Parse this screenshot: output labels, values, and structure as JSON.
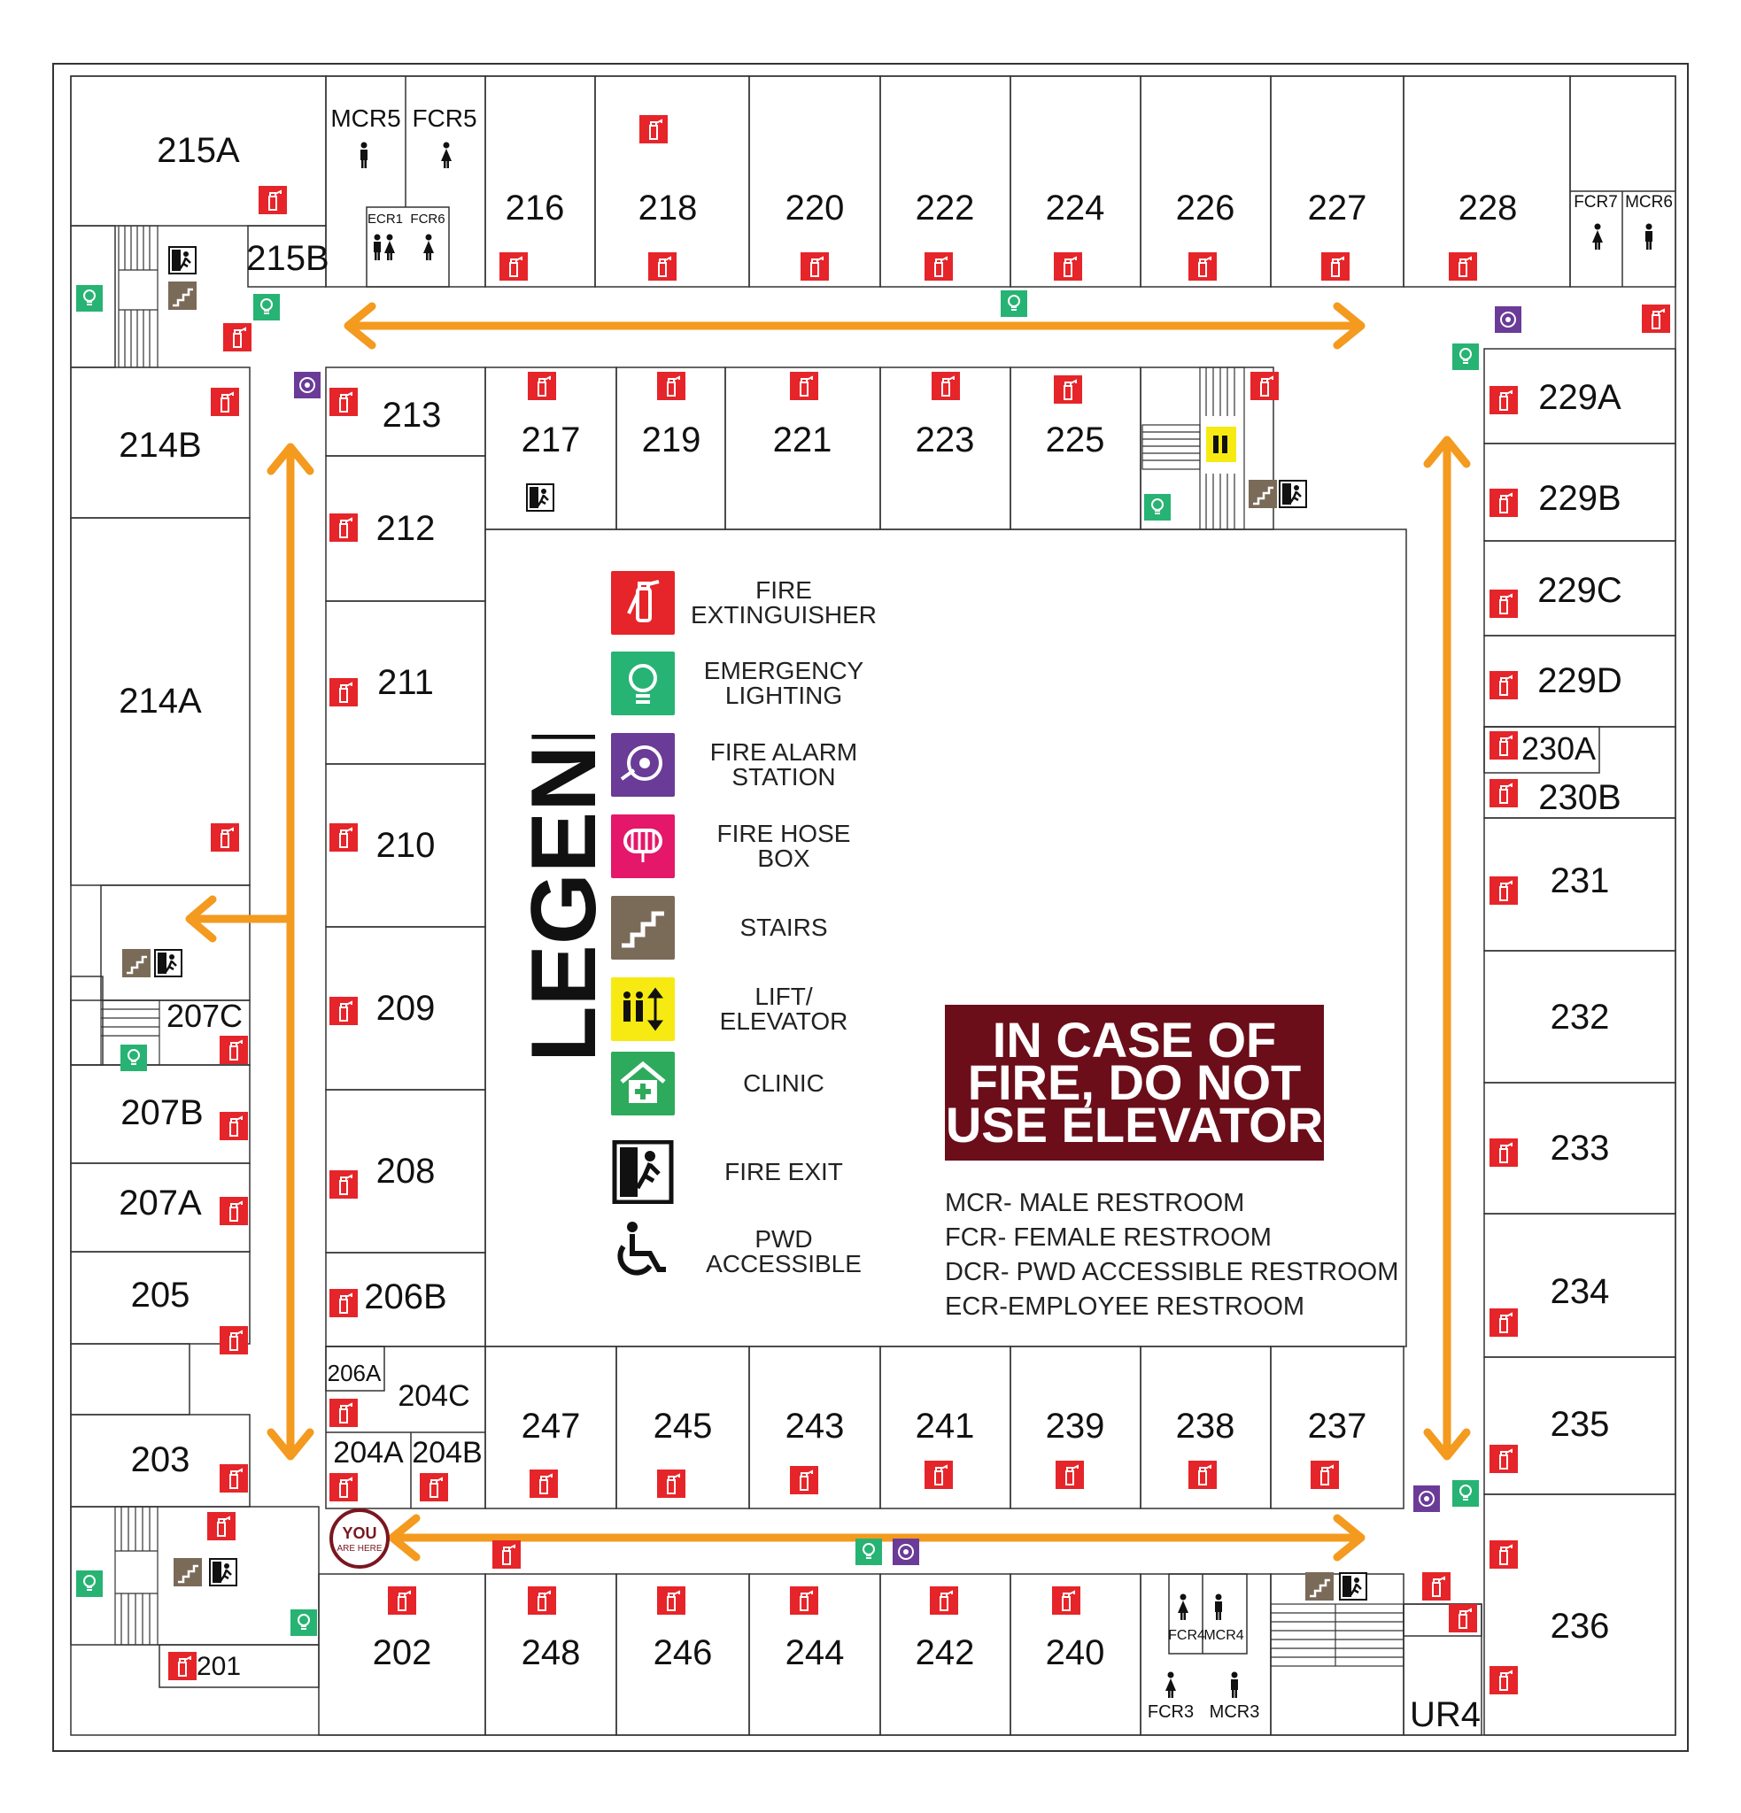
{
  "rooms": {
    "r215A": "215A",
    "r215B": "215B",
    "r216": "216",
    "r218": "218",
    "r220": "220",
    "r222": "222",
    "r224": "224",
    "r226": "226",
    "r227": "227",
    "r228": "228",
    "r214B": "214B",
    "r214A": "214A",
    "r213": "213",
    "r212": "212",
    "r211": "211",
    "r210": "210",
    "r209": "209",
    "r208": "208",
    "r206B": "206B",
    "r206A": "206A",
    "r204C": "204C",
    "r204A": "204A",
    "r204B": "204B",
    "r217": "217",
    "r219": "219",
    "r221": "221",
    "r223": "223",
    "r225": "225",
    "r207C": "207C",
    "r207B": "207B",
    "r207A": "207A",
    "r205": "205",
    "r203": "203",
    "r201": "201",
    "r202": "202",
    "r247": "247",
    "r245": "245",
    "r243": "243",
    "r241": "241",
    "r239": "239",
    "r238": "238",
    "r237": "237",
    "r248": "248",
    "r246": "246",
    "r244": "244",
    "r242": "242",
    "r240": "240",
    "r229A": "229A",
    "r229B": "229B",
    "r229C": "229C",
    "r229D": "229D",
    "r230A": "230A",
    "r230B": "230B",
    "r231": "231",
    "r232": "232",
    "r233": "233",
    "r234": "234",
    "r235": "235",
    "r236": "236",
    "rUR4": "UR4"
  },
  "restrooms": {
    "MCR5": "MCR5",
    "FCR5": "FCR5",
    "ECR1": "ECR1",
    "FCR6": "FCR6",
    "FCR7": "FCR7",
    "MCR6": "MCR6",
    "FCR4": "FCR4",
    "MCR4": "MCR4",
    "FCR3": "FCR3",
    "MCR3": "MCR3"
  },
  "you_are_here": {
    "line1": "YOU",
    "line2": "ARE HERE"
  },
  "legend": {
    "title": "LEGEND",
    "items": [
      {
        "label": "FIRE EXTINGUISHER",
        "icon": "fire-extinguisher-icon",
        "color": "#e5252a"
      },
      {
        "label": "EMERGENCY LIGHTING",
        "icon": "emergency-light-icon",
        "color": "#27b373"
      },
      {
        "label": "FIRE ALARM STATION",
        "icon": "fire-alarm-icon",
        "color": "#6a3b97"
      },
      {
        "label": "FIRE HOSE BOX",
        "icon": "fire-hose-icon",
        "color": "#e4176b"
      },
      {
        "label": "STAIRS",
        "icon": "stairs-icon",
        "color": "#7a6a58"
      },
      {
        "label": "LIFT/ ELEVATOR",
        "icon": "elevator-icon",
        "color": "#f6ea12"
      },
      {
        "label": "CLINIC",
        "icon": "clinic-icon",
        "color": "#2eaa5c"
      },
      {
        "label": "FIRE EXIT",
        "icon": "fire-exit-icon",
        "color": "#ffffff"
      },
      {
        "label": "PWD ACCESSIBLE",
        "icon": "wheelchair-icon",
        "color": "#ffffff"
      }
    ]
  },
  "warning": "IN CASE OF FIRE, DO NOT USE ELEVATOR",
  "abbreviations": [
    "MCR- MALE RESTROOM",
    "FCR- FEMALE RESTROOM",
    "DCR- PWD ACCESSIBLE RESTROOM",
    "ECR-EMPLOYEE RESTROOM"
  ],
  "colors": {
    "route_arrow": "#f39a1f",
    "extinguisher": "#e5252a",
    "emergency_light": "#27b373",
    "fire_alarm": "#6a3b97",
    "stairs": "#7a6a58",
    "elevator": "#f6ea12",
    "warning_bg": "#6b0e1a"
  }
}
